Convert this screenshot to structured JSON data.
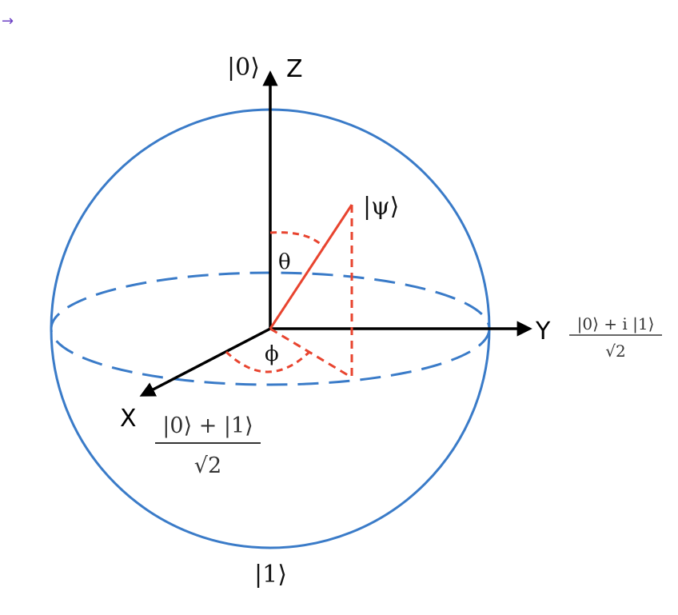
{
  "nav": {
    "arrow": "→"
  },
  "diagram": {
    "colors": {
      "sphere": "#3a7bc8",
      "axes": "#000000",
      "state": "#e8442f",
      "link": "#6b3fc4"
    },
    "labels": {
      "ket0": "|0⟩",
      "ket1": "|1⟩",
      "psi": "|ψ⟩",
      "theta": "θ",
      "phi": "ϕ",
      "z_axis": "Z",
      "y_axis": "Y",
      "x_axis": "X"
    },
    "x_state": {
      "numerator": "|0⟩ + |1⟩",
      "denominator": "√2"
    },
    "y_state": {
      "numerator": "|0⟩ + i |1⟩",
      "denominator": "√2"
    }
  }
}
